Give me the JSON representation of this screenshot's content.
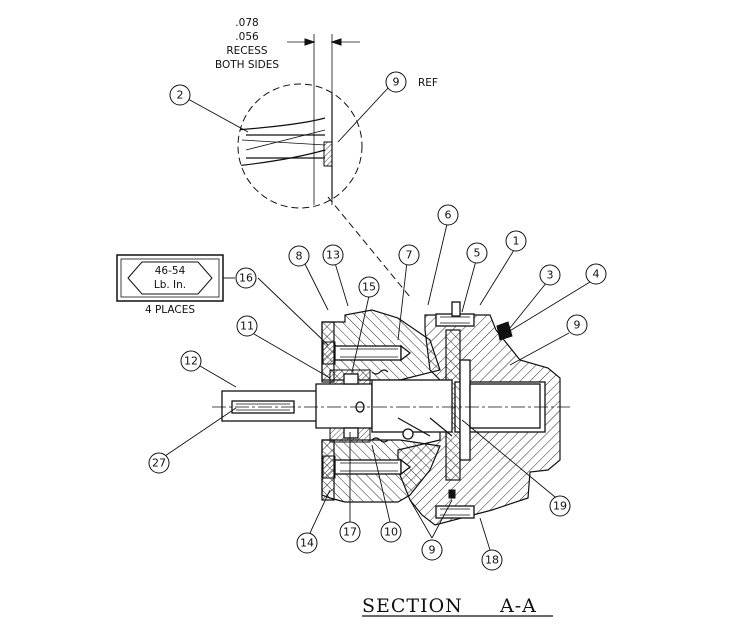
{
  "dimension_note": {
    "line1": ".078",
    "line2": ".056",
    "line3": "RECESS",
    "line4": "BOTH SIDES"
  },
  "detail_ref_label": "REF",
  "torque_box": {
    "value": "46-54",
    "unit": "Lb. In.",
    "places": "4 PLACES"
  },
  "section_title": {
    "word": "SECTION",
    "id": "A-A"
  },
  "balloons": [
    {
      "id": "b2",
      "label": "2"
    },
    {
      "id": "b9ref",
      "label": "9"
    },
    {
      "id": "b6",
      "label": "6"
    },
    {
      "id": "b5",
      "label": "5"
    },
    {
      "id": "b1",
      "label": "1"
    },
    {
      "id": "b3",
      "label": "3"
    },
    {
      "id": "b4",
      "label": "4"
    },
    {
      "id": "b9a",
      "label": "9"
    },
    {
      "id": "b7",
      "label": "7"
    },
    {
      "id": "b8",
      "label": "8"
    },
    {
      "id": "b13",
      "label": "13"
    },
    {
      "id": "b16",
      "label": "16"
    },
    {
      "id": "b15",
      "label": "15"
    },
    {
      "id": "b11",
      "label": "11"
    },
    {
      "id": "b12",
      "label": "12"
    },
    {
      "id": "b27",
      "label": "27"
    },
    {
      "id": "b14",
      "label": "14"
    },
    {
      "id": "b17",
      "label": "17"
    },
    {
      "id": "b10",
      "label": "10"
    },
    {
      "id": "b9b",
      "label": "9"
    },
    {
      "id": "b18",
      "label": "18"
    },
    {
      "id": "b19",
      "label": "19"
    }
  ]
}
